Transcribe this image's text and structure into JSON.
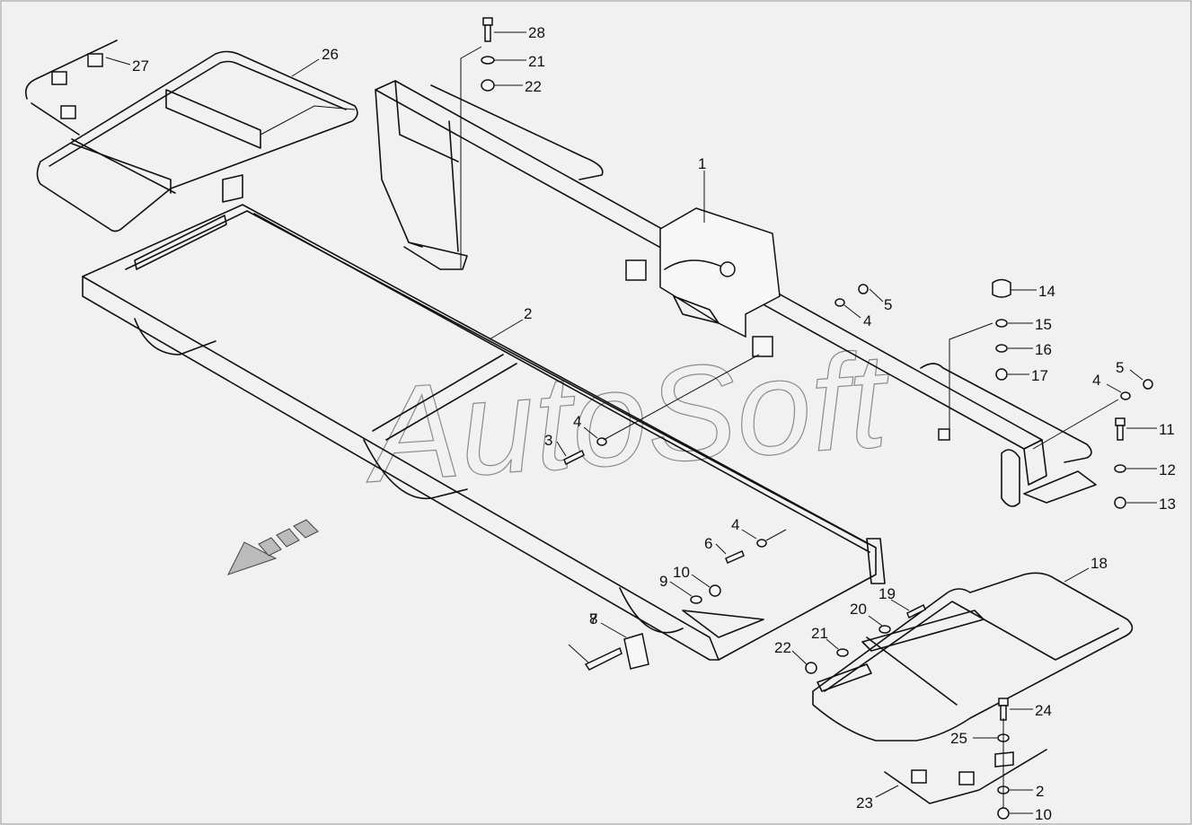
{
  "watermark": "AutoSoft",
  "callouts": [
    {
      "id": "c1",
      "label": "1"
    },
    {
      "id": "c2a",
      "label": "2"
    },
    {
      "id": "c2b",
      "label": "2"
    },
    {
      "id": "c3",
      "label": "3"
    },
    {
      "id": "c4a",
      "label": "4"
    },
    {
      "id": "c4b",
      "label": "4"
    },
    {
      "id": "c4c",
      "label": "4"
    },
    {
      "id": "c4d",
      "label": "4"
    },
    {
      "id": "c5a",
      "label": "5"
    },
    {
      "id": "c5b",
      "label": "5"
    },
    {
      "id": "c6",
      "label": "6"
    },
    {
      "id": "c7",
      "label": "7"
    },
    {
      "id": "c8",
      "label": "8"
    },
    {
      "id": "c9",
      "label": "9"
    },
    {
      "id": "c10a",
      "label": "10"
    },
    {
      "id": "c10b",
      "label": "10"
    },
    {
      "id": "c11",
      "label": "11"
    },
    {
      "id": "c12",
      "label": "12"
    },
    {
      "id": "c13",
      "label": "13"
    },
    {
      "id": "c14",
      "label": "14"
    },
    {
      "id": "c15",
      "label": "15"
    },
    {
      "id": "c16",
      "label": "16"
    },
    {
      "id": "c17",
      "label": "17"
    },
    {
      "id": "c18",
      "label": "18"
    },
    {
      "id": "c19",
      "label": "19"
    },
    {
      "id": "c20",
      "label": "20"
    },
    {
      "id": "c21a",
      "label": "21"
    },
    {
      "id": "c21b",
      "label": "21"
    },
    {
      "id": "c22a",
      "label": "22"
    },
    {
      "id": "c22b",
      "label": "22"
    },
    {
      "id": "c23",
      "label": "23"
    },
    {
      "id": "c24",
      "label": "24"
    },
    {
      "id": "c25",
      "label": "25"
    },
    {
      "id": "c26",
      "label": "26"
    },
    {
      "id": "c27",
      "label": "27"
    },
    {
      "id": "c28",
      "label": "28"
    }
  ]
}
